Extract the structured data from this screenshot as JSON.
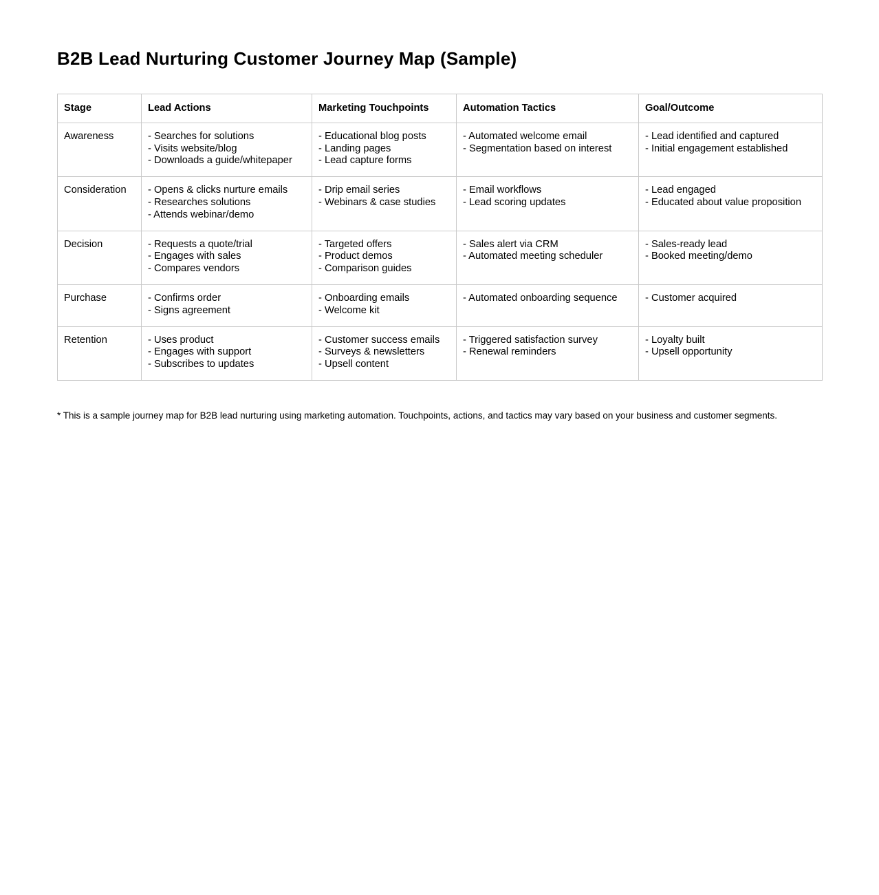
{
  "title": "B2B Lead Nurturing Customer Journey Map (Sample)",
  "bullet_prefix": "- ",
  "table": {
    "columns": [
      "Stage",
      "Lead Actions",
      "Marketing Touchpoints",
      "Automation Tactics",
      "Goal/Outcome"
    ],
    "rows": [
      {
        "stage": "Awareness",
        "lead_actions": [
          "Searches for solutions",
          "Visits website/blog",
          "Downloads a guide/whitepaper"
        ],
        "marketing_touchpoints": [
          "Educational blog posts",
          "Landing pages",
          "Lead capture forms"
        ],
        "automation_tactics": [
          "Automated welcome email",
          "Segmentation based on interest"
        ],
        "goal_outcome": [
          "Lead identified and captured",
          "Initial engagement established"
        ]
      },
      {
        "stage": "Consideration",
        "lead_actions": [
          "Opens & clicks nurture emails",
          "Researches solutions",
          "Attends webinar/demo"
        ],
        "marketing_touchpoints": [
          "Drip email series",
          "Webinars & case studies"
        ],
        "automation_tactics": [
          "Email workflows",
          "Lead scoring updates"
        ],
        "goal_outcome": [
          "Lead engaged",
          "Educated about value proposition"
        ]
      },
      {
        "stage": "Decision",
        "lead_actions": [
          "Requests a quote/trial",
          "Engages with sales",
          "Compares vendors"
        ],
        "marketing_touchpoints": [
          "Targeted offers",
          "Product demos",
          "Comparison guides"
        ],
        "automation_tactics": [
          "Sales alert via CRM",
          "Automated meeting scheduler"
        ],
        "goal_outcome": [
          "Sales-ready lead",
          "Booked meeting/demo"
        ]
      },
      {
        "stage": "Purchase",
        "lead_actions": [
          "Confirms order",
          "Signs agreement"
        ],
        "marketing_touchpoints": [
          "Onboarding emails",
          "Welcome kit"
        ],
        "automation_tactics": [
          "Automated onboarding sequence"
        ],
        "goal_outcome": [
          "Customer acquired"
        ]
      },
      {
        "stage": "Retention",
        "lead_actions": [
          "Uses product",
          "Engages with support",
          "Subscribes to updates"
        ],
        "marketing_touchpoints": [
          "Customer success emails",
          "Surveys & newsletters",
          "Upsell content"
        ],
        "automation_tactics": [
          "Triggered satisfaction survey",
          "Renewal reminders"
        ],
        "goal_outcome": [
          "Loyalty built",
          "Upsell opportunity"
        ]
      }
    ]
  },
  "footnote": "* This is a sample journey map for B2B lead nurturing using marketing automation. Touchpoints, actions, and tactics may vary based on your business and customer segments."
}
